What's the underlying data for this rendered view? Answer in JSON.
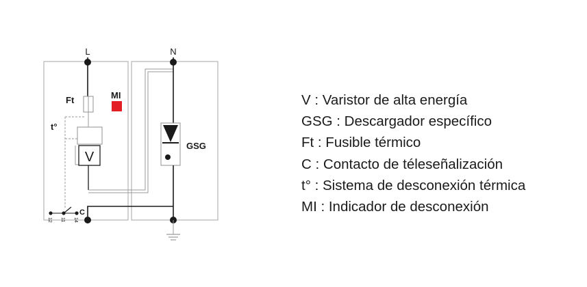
{
  "diagram": {
    "terminals": {
      "line": "L",
      "neutral": "N"
    },
    "labels": {
      "fuse": "Ft",
      "indicator": "MI",
      "thermal": "t°",
      "varistor": "V",
      "gsg": "GSG",
      "contact": "C"
    },
    "contact_pins": [
      "12",
      "11",
      "14"
    ],
    "colors": {
      "indicator": "#e31e24",
      "line": "#1a1a1a",
      "box": "#b4b4b4"
    }
  },
  "legend": [
    "V : Varistor de alta energía",
    "GSG : Descargador específico",
    "Ft : Fusible térmico",
    "C : Contacto de téleseñalización",
    "t° : Sistema de desconexión térmica",
    "MI : Indicador de desconexión"
  ]
}
